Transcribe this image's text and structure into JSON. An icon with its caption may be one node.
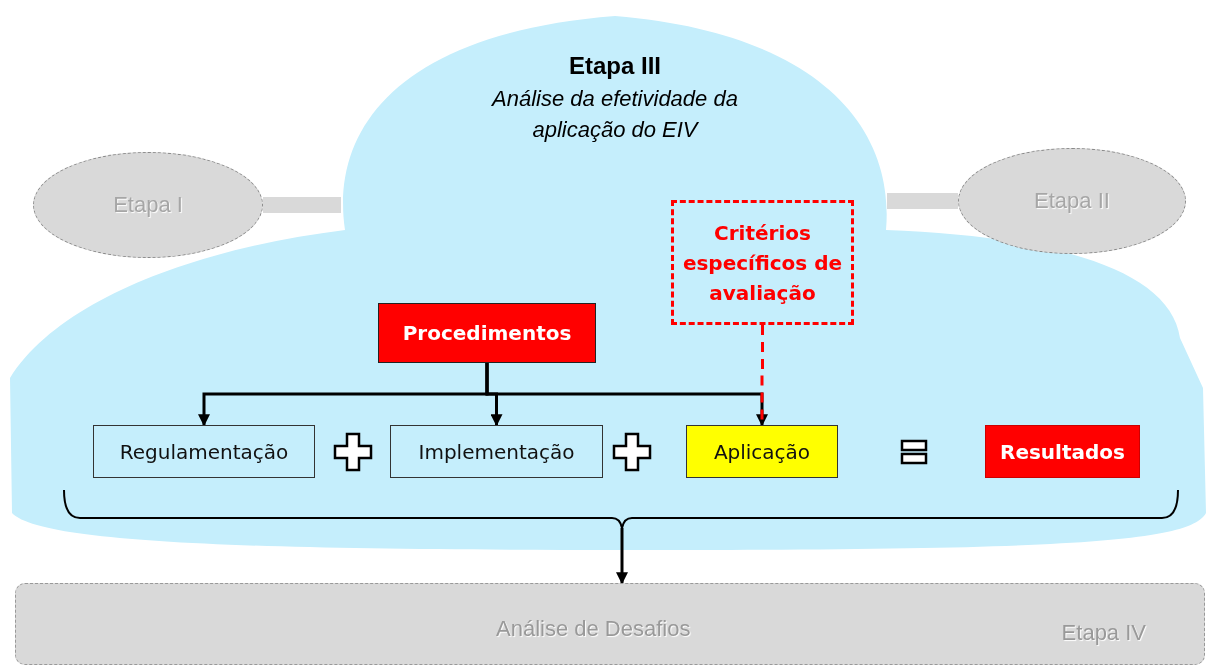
{
  "diagram": {
    "nodes": [
      {
        "text": [
          "Etapa III",
          "Análise da efetividade da aplicação do EIV"
        ]
      },
      {
        "text": [
          "Etapa I"
        ]
      },
      {
        "text": [
          "Etapa II"
        ]
      },
      {
        "text": [
          "Critérios específicos de avaliação"
        ],
        "in": 0
      },
      {
        "text": [
          "Procedimentos"
        ],
        "in": 0
      },
      {
        "text": [
          "Regulamentação"
        ],
        "in": 0
      },
      {
        "text": [
          "Implementação"
        ],
        "in": 0
      },
      {
        "text": [
          "Aplicação"
        ],
        "in": 0
      },
      {
        "text": [
          "Resultados"
        ],
        "in": 0
      },
      {
        "text": [
          "Análise de Desafios",
          "Etapa IV"
        ]
      },
      {
        "text": [],
        "shape": "bracket",
        "in": 0
      }
    ],
    "edges": [
      {
        "from": 1,
        "to": 0,
        "arrow": "none",
        "style": "thick",
        "color": "#d9d9d9"
      },
      {
        "from": 0,
        "to": 2,
        "arrow": "none",
        "style": "thick",
        "color": "#d9d9d9"
      },
      {
        "from": 4,
        "to": 5,
        "arrow": "to"
      },
      {
        "from": 4,
        "to": 6,
        "arrow": "to"
      },
      {
        "from": 4,
        "to": 7,
        "arrow": "to"
      },
      {
        "from": 3,
        "to": 7,
        "arrow": "none",
        "style": "dashed",
        "color": "#ff0000"
      },
      {
        "from": 10,
        "to": 9,
        "arrow": "to"
      }
    ]
  }
}
